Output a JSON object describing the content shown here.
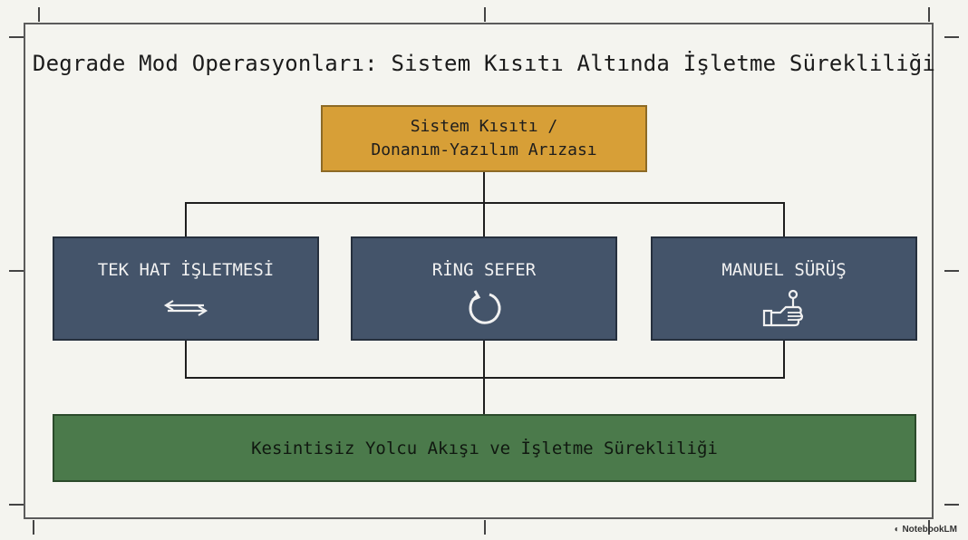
{
  "title": "Degrade Mod Operasyonları: Sistem Kısıtı Altında İşletme Sürekliliği",
  "top_box": {
    "line1": "Sistem Kısıtı /",
    "line2": "Donanım-Yazılım Arızası"
  },
  "modes": [
    {
      "label": "TEK HAT İŞLETMESİ",
      "icon": "bidirectional-arrow-icon"
    },
    {
      "label": "RİNG SEFER",
      "icon": "circular-arrow-icon"
    },
    {
      "label": "MANUEL SÜRÜŞ",
      "icon": "hand-joystick-icon"
    }
  ],
  "bottom_box": {
    "label": "Kesintisiz Yolcu Akışı ve İşletme Sürekliliği"
  },
  "watermark": "NotebookLM",
  "colors": {
    "top": "#d79f37",
    "modes": "#44546a",
    "bottom": "#4b7a4b",
    "background": "#f4f4ef"
  }
}
